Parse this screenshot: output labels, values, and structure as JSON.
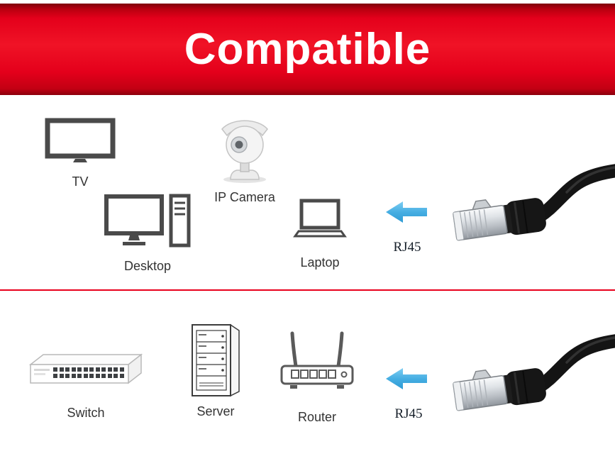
{
  "banner": {
    "title": "Compatible"
  },
  "top_section": {
    "devices": [
      {
        "label": "TV",
        "icon": "tv-icon"
      },
      {
        "label": "IP Camera",
        "icon": "ip-camera-icon"
      },
      {
        "label": "Desktop",
        "icon": "desktop-icon"
      },
      {
        "label": "Laptop",
        "icon": "laptop-icon"
      }
    ],
    "arrow_icon": "left-arrow-icon",
    "connector_label": "RJ45",
    "cable_image": "rj45-cable-photo"
  },
  "bottom_section": {
    "devices": [
      {
        "label": "Switch",
        "icon": "switch-icon"
      },
      {
        "label": "Server",
        "icon": "server-icon"
      },
      {
        "label": "Router",
        "icon": "router-icon"
      }
    ],
    "arrow_icon": "left-arrow-icon",
    "connector_label": "RJ45",
    "cable_image": "rj45-cable-photo"
  },
  "colors": {
    "banner_red": "#e6001b",
    "divider_red": "#e8001c",
    "arrow_blue": "#46aee3",
    "cable_black": "#141414",
    "connector_silver": "#c9ccd0"
  }
}
